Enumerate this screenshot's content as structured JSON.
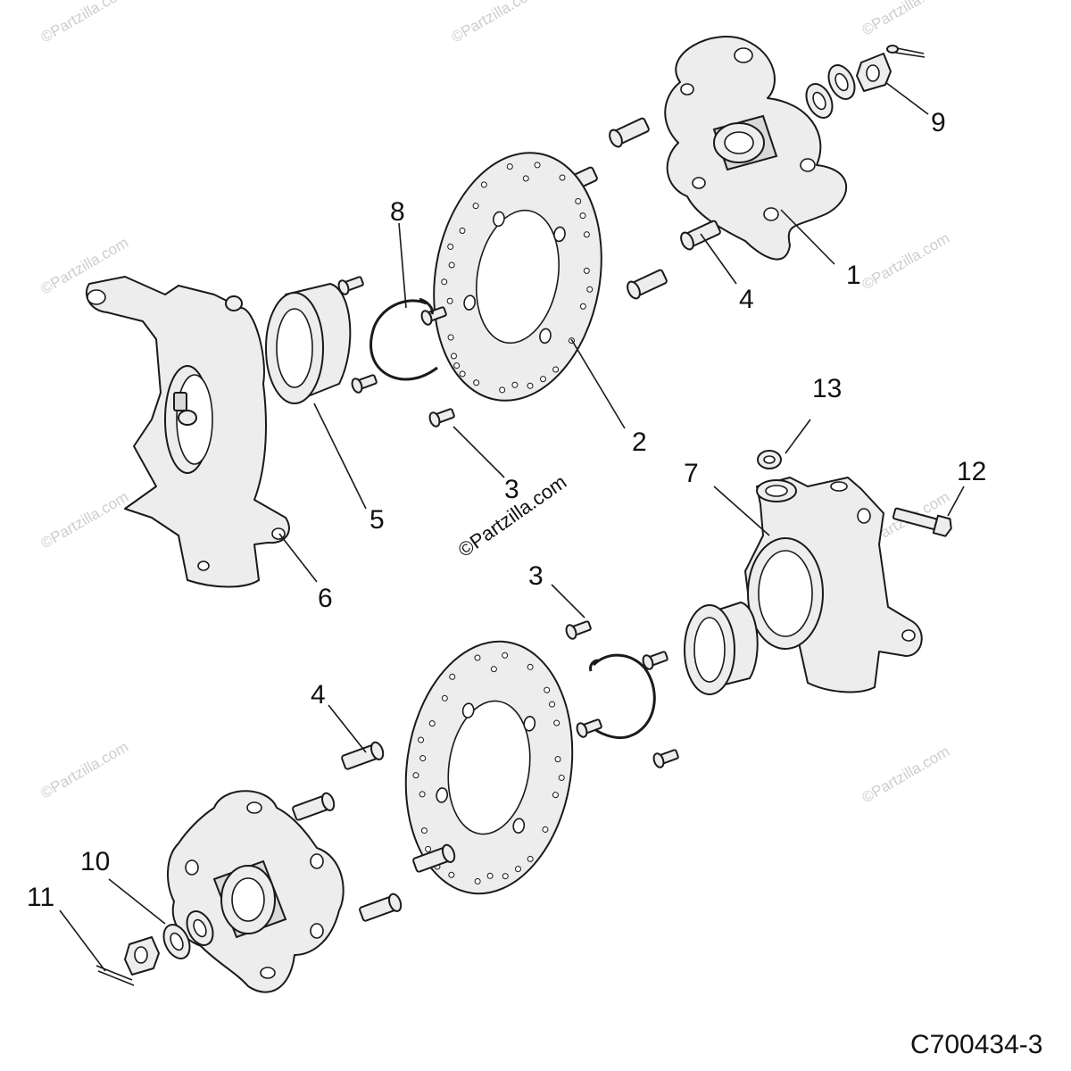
{
  "watermark": "©Partzilla.com",
  "drawing_code": "C700434-3",
  "callouts": {
    "c1": "1",
    "c2": "2",
    "c3_top": "3",
    "c3_bottom": "3",
    "c4_top": "4",
    "c4_bottom": "4",
    "c5": "5",
    "c6": "6",
    "c7": "7",
    "c8": "8",
    "c9": "9",
    "c10": "10",
    "c11": "11",
    "c12": "12",
    "c13": "13"
  }
}
